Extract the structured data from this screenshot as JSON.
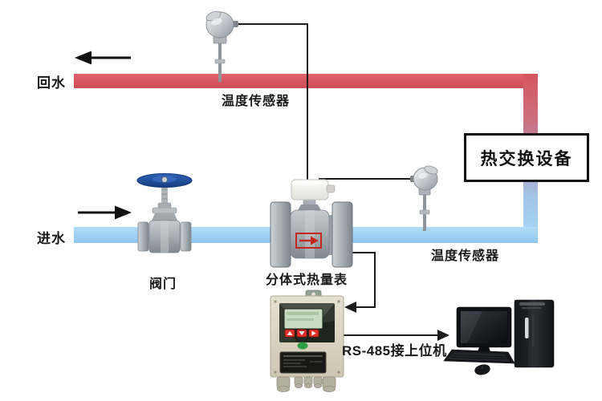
{
  "diagram": {
    "labels": {
      "return_pipe": "回水",
      "supply_pipe": "进水",
      "temp_sensor_top": "温度传感器",
      "temp_sensor_bottom": "温度传感器",
      "valve": "阀门",
      "heat_meter": "分体式热量表",
      "heat_exchanger": "热交换设备",
      "rs485": "RS-485接上位机"
    },
    "colors": {
      "return_pipe": "#d5565e",
      "supply_pipe": "#a1d1f1",
      "wire": "#1c1c1c",
      "flow_arrow": "#111111",
      "meter_arrow": "#c5271a",
      "valve_wheel": "#1d4e9c",
      "controller_body": "#d9d2c0",
      "heat_exchanger_border": "#111111"
    }
  }
}
